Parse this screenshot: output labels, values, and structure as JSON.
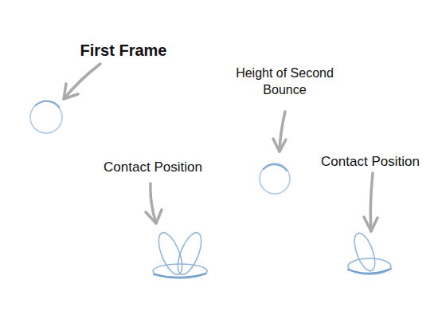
{
  "diagram": {
    "labels": [
      "First Frame",
      "Height of Second Bounce",
      "Contact Position",
      "Contact Position"
    ]
  }
}
